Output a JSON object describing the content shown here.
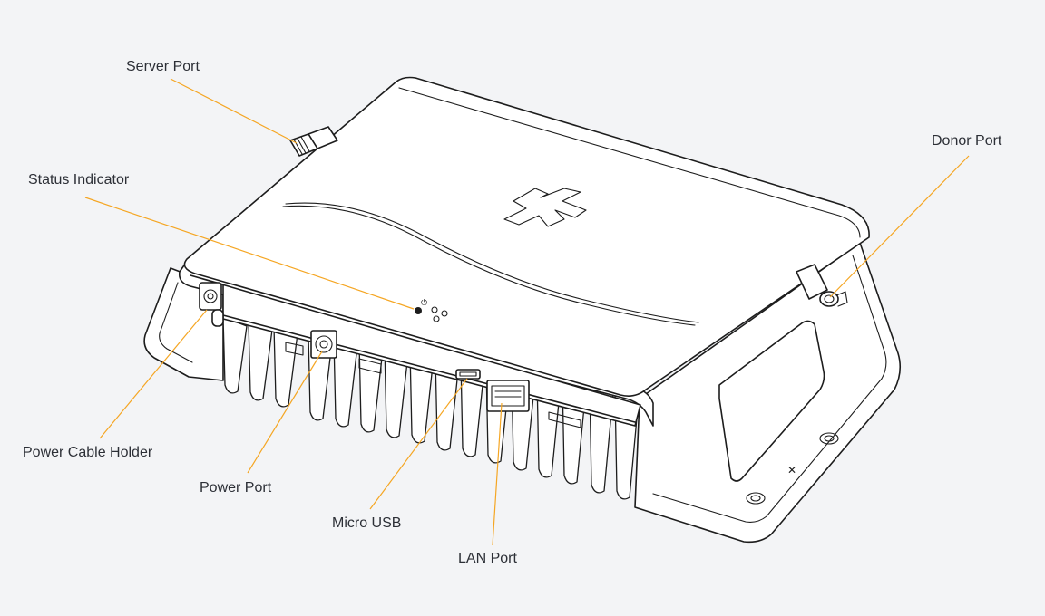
{
  "accent_color": "#f5a623",
  "text_color": "#2c2f36",
  "labels": {
    "server_port": "Server Port",
    "status_indicator": "Status Indicator",
    "donor_port": "Donor Port",
    "power_cable_holder": "Power Cable Holder",
    "power_port": "Power Port",
    "micro_usb": "Micro USB",
    "lan_port": "LAN Port"
  },
  "icons": [
    "brand-logo-icon",
    "power-icon"
  ]
}
